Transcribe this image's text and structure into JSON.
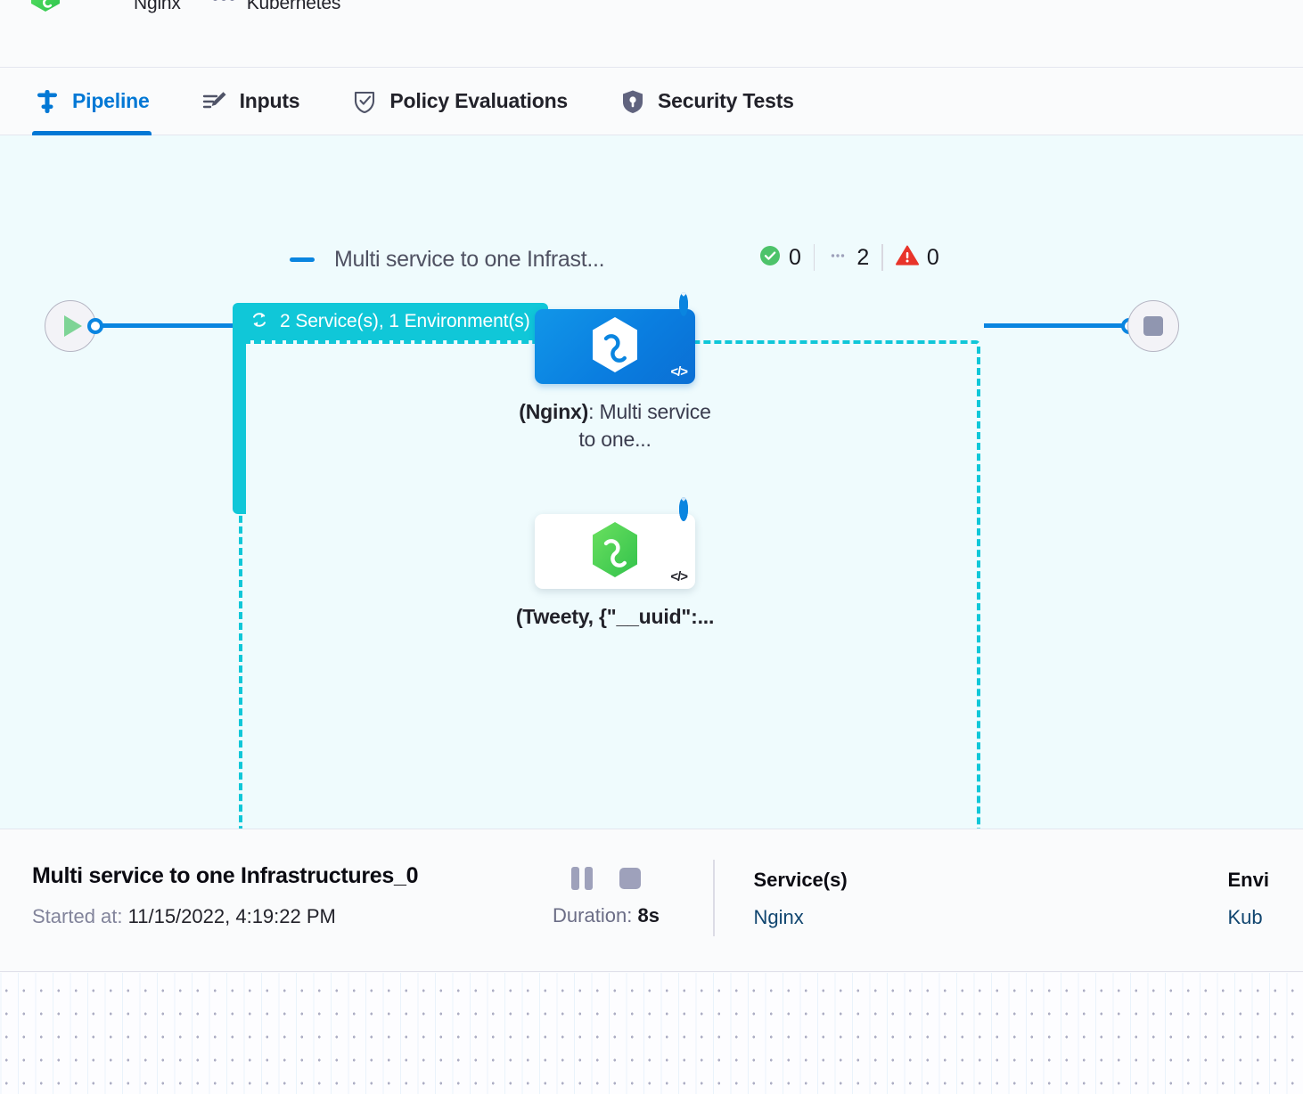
{
  "breadcrumb": {
    "items": [
      {
        "icon": "harness-hexagon-icon",
        "label": ""
      },
      {
        "icon": "gear-icon",
        "label": "Nginx"
      },
      {
        "icon": "infrastructure-icon",
        "label": "Kubernetes"
      }
    ]
  },
  "tabs": [
    {
      "id": "pipeline",
      "label": "Pipeline",
      "icon": "pipeline-icon",
      "active": true
    },
    {
      "id": "inputs",
      "label": "Inputs",
      "icon": "inputs-icon",
      "active": false
    },
    {
      "id": "policy",
      "label": "Policy Evaluations",
      "icon": "policy-shield-check-icon",
      "active": false
    },
    {
      "id": "security",
      "label": "Security Tests",
      "icon": "security-shield-icon",
      "active": false
    }
  ],
  "graph": {
    "start_node": {
      "name": "start-node",
      "icon": "play-icon"
    },
    "end_node": {
      "name": "end-node",
      "icon": "stop-icon"
    },
    "group": {
      "badge_text": "2 Service(s), 1 Environment(s)",
      "badge_icon": "loop-repeat-icon",
      "title": "Multi service to one Infrast...",
      "status": {
        "success_count": "0",
        "running_count": "2",
        "failed_count": "0"
      },
      "nodes": [
        {
          "id": "node-nginx",
          "label_bold": "(Nginx)",
          "label_rest": ": Multi service to one...",
          "icon": "harness-hexagon-icon",
          "badge": "running-spinner-icon",
          "code_icon": "code-brackets-icon",
          "style": "blue"
        },
        {
          "id": "node-tweety",
          "label_bold": "(Tweety, {\"__uuid\":...",
          "label_rest": "",
          "icon": "harness-hexagon-green-icon",
          "badge": "running-spinner-icon",
          "code_icon": "code-brackets-icon",
          "style": "white"
        }
      ]
    }
  },
  "info_panel": {
    "title": "Multi service to one Infrastructures_0",
    "started_label": "Started at:",
    "started_value": "11/15/2022, 4:19:22 PM",
    "pause_label": "pause-button",
    "stop_label": "stop-button",
    "duration_label": "Duration:",
    "duration_value": "8s",
    "columns": [
      {
        "head": "Service(s)",
        "value": "Nginx"
      },
      {
        "head": "Envi",
        "value": "Kub"
      }
    ]
  },
  "colors": {
    "accent_blue": "#0278d5",
    "group_teal": "#10c7d8",
    "canvas_bg": "#effbfd",
    "success_green": "#4dc36a",
    "error_red": "#e8342a",
    "link_blue": "#10456f"
  }
}
